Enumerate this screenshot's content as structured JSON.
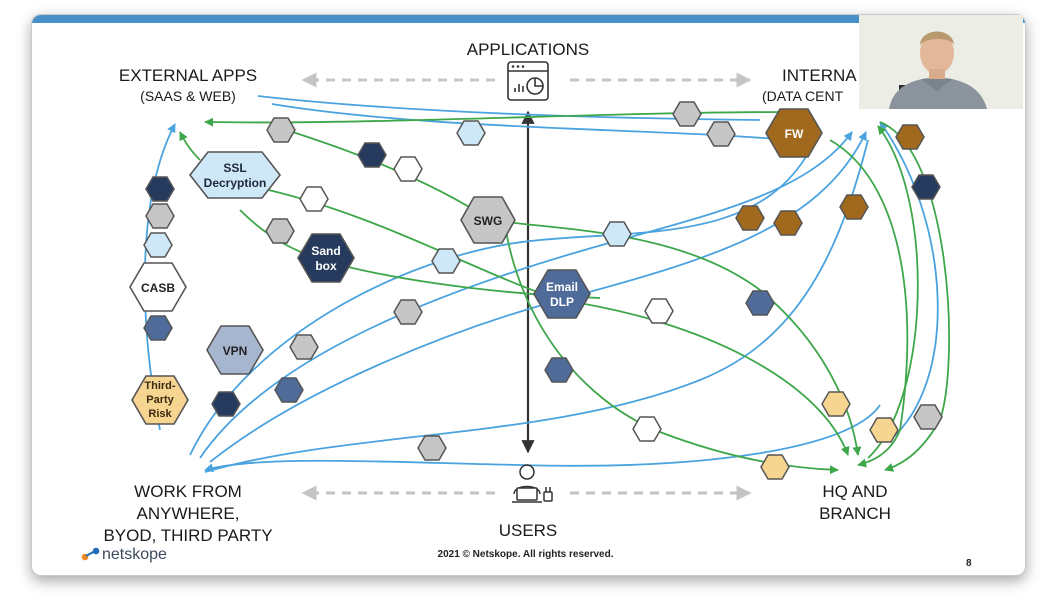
{
  "slide": {
    "applications_label": "APPLICATIONS",
    "external_apps_line1": "EXTERNAL APPS",
    "external_apps_line2": "(SAAS & WEB)",
    "internal_line1": "INTERNA",
    "internal_line2": "(DATA CENT",
    "users_label": "USERS",
    "wfa_line1": "WORK FROM",
    "wfa_line2": "ANYWHERE,",
    "wfa_line3": "BYOD, THIRD PARTY",
    "hq_line1": "HQ AND",
    "hq_line2": "BRANCH",
    "footer": "2021 © Netskope. All rights reserved.",
    "page_number": "8",
    "logo_text": "netskope"
  },
  "nodes": {
    "ssl_line1": "SSL",
    "ssl_line2": "Decryption",
    "swg": "SWG",
    "sandbox_line1": "Sand",
    "sandbox_line2": "box",
    "email_line1": "Email",
    "email_line2": "DLP",
    "fw": "FW",
    "casb": "CASB",
    "vpn": "VPN",
    "third_line1": "Third-",
    "third_line2": "Party",
    "third_line3": "Risk"
  },
  "colors": {
    "blue_line": "#4aa3df",
    "green_line": "#3ea74a",
    "dark_navy": "#263a5e",
    "slate_blue": "#4f6b99",
    "light_blue": "#cfe8f7",
    "light_gray": "#c6c6c6",
    "bronze": "#a0691e",
    "light_gold": "#f6d591",
    "arrow_gray": "#c4c4c4"
  }
}
